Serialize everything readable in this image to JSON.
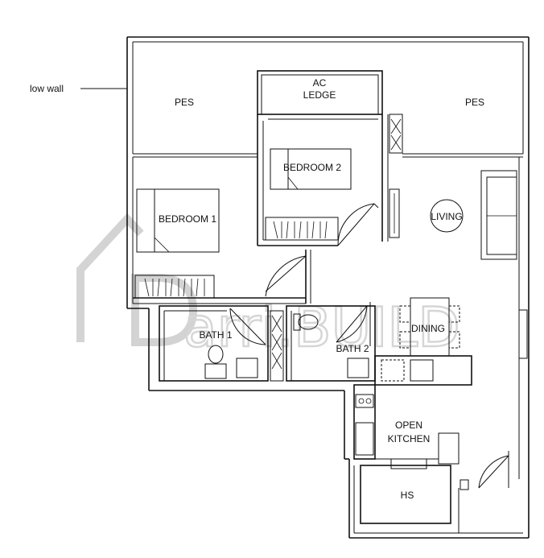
{
  "labels": {
    "low_wall": "low wall",
    "pes_left": "PES",
    "pes_right": "PES",
    "ac_ledge_line1": "AC",
    "ac_ledge_line2": "LEDGE",
    "bedroom2": "BEDROOM 2",
    "bedroom1": "BEDROOM 1",
    "living": "LIVING",
    "dining": "DINING",
    "bath1": "BATH 1",
    "bath2": "BATH 2",
    "open_kitchen_line1": "OPEN",
    "open_kitchen_line2": "KITCHEN",
    "hs": "HS"
  },
  "watermark": {
    "text": "arri.BUILD",
    "color": "#cfcfcf"
  }
}
